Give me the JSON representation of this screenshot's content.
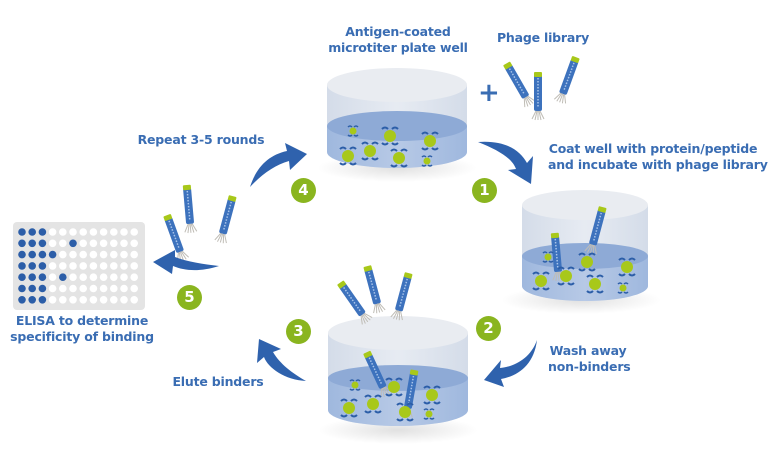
{
  "colors": {
    "text_blue": "#3a6db3",
    "arrow_blue": "#2f62ad",
    "badge_green": "#8ab51f",
    "antigen_green": "#a8c81a",
    "well_liquid": "#a9bfe0",
    "well_glass": "#dde3ec",
    "plate_bg": "#e4e4e4",
    "plate_hit": "#2c5ea8",
    "plate_empty": "#ffffff"
  },
  "labels": {
    "antigen_well": [
      "Antigen-coated",
      "microtiter plate well"
    ],
    "phage_library": "Phage library",
    "plus_symbol": "+",
    "step1": [
      "Coat well with protein/peptide",
      "and incubate with phage library"
    ],
    "step2": [
      "Wash away",
      "non-binders"
    ],
    "step3": "Elute binders",
    "step4": "Repeat 3-5 rounds",
    "step5": [
      "ELISA to determine",
      "specificity of binding"
    ]
  },
  "steps": [
    {
      "number": "1",
      "name": "coat-incubate"
    },
    {
      "number": "2",
      "name": "wash"
    },
    {
      "number": "3",
      "name": "elute"
    },
    {
      "number": "4",
      "name": "repeat"
    },
    {
      "number": "5",
      "name": "elisa"
    }
  ],
  "elisa_plate": {
    "columns": 12,
    "rows": 7,
    "hits": [
      [
        1,
        2,
        3
      ],
      [
        1,
        2,
        3,
        6
      ],
      [
        1,
        2,
        3,
        4
      ],
      [
        1,
        2,
        3
      ],
      [
        1,
        2,
        3,
        5
      ],
      [
        1,
        2,
        3
      ],
      [
        1,
        2,
        3
      ]
    ]
  }
}
